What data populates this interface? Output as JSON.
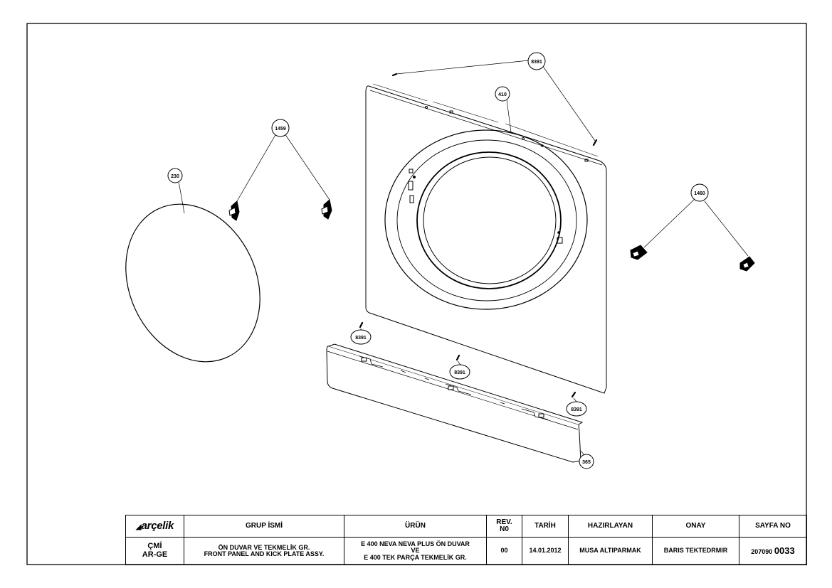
{
  "callouts": {
    "c8391_top": "8391",
    "c410": "410",
    "c1459": "1459",
    "c230": "230",
    "c1460": "1460",
    "c8391_left": "8391",
    "c8391_mid": "8391",
    "c8391_right": "8391",
    "c365": "365"
  },
  "title_block": {
    "brand": "arçelik",
    "headers": {
      "group_name": "GRUP İSMİ",
      "product": "ÜRÜN",
      "rev_line1": "REV.",
      "rev_line2": "N0",
      "date": "TARİH",
      "prepared_by": "HAZIRLAYAN",
      "approval": "ONAY",
      "page_no": "SAYFA NO"
    },
    "values": {
      "dept_line1": "ÇMİ",
      "dept_line2": "AR-GE",
      "group_line1": "ÖN DUVAR VE TEKMELİK GR.",
      "group_line2": "FRONT PANEL AND KICK PLATE ASSY.",
      "product_line1": "E 400 NEVA NEVA PLUS ÖN DUVAR",
      "product_line2": "VE",
      "product_line3": "E 400 TEK PARÇA TEKMELİK GR.",
      "rev": "00",
      "date": "14.01.2012",
      "prepared_by": "MUSA ALTIPARMAK",
      "approval": "BARIS TEKTEDRMIR",
      "page_prefix": "207090",
      "page_number": "0033"
    }
  }
}
